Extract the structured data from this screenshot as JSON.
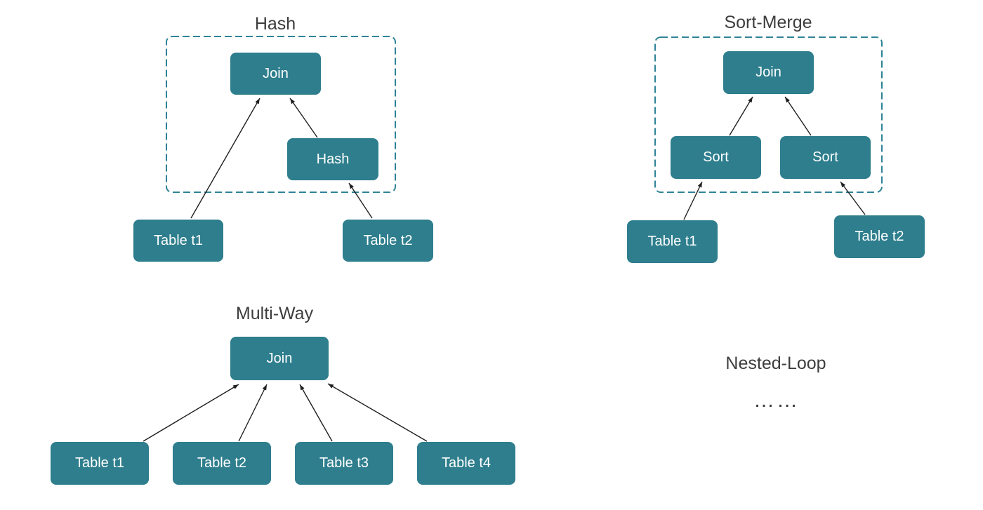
{
  "page": {
    "background": "#ffffff"
  },
  "colors": {
    "node_fill": "#2e7e8d",
    "node_text": "#ffffff",
    "group_border": "#2e8396",
    "title_text": "#3d3d3d",
    "arrow": "#1f1f1f",
    "page_bg": "#ffffff"
  },
  "diagrams": {
    "hash": {
      "title": "Hash",
      "nodes": {
        "join": "Join",
        "hash": "Hash",
        "table1": "Table t1",
        "table2": "Table t2"
      }
    },
    "sort_merge": {
      "title": "Sort-Merge",
      "nodes": {
        "join": "Join",
        "sort_left": "Sort",
        "sort_right": "Sort",
        "table1": "Table t1",
        "table2": "Table t2"
      }
    },
    "multi_way": {
      "title": "Multi-Way",
      "nodes": {
        "join": "Join",
        "table1": "Table t1",
        "table2": "Table t2",
        "table3": "Table t3",
        "table4": "Table t4"
      }
    },
    "nested_loop": {
      "title": "Nested-Loop",
      "ellipsis": "……"
    }
  }
}
